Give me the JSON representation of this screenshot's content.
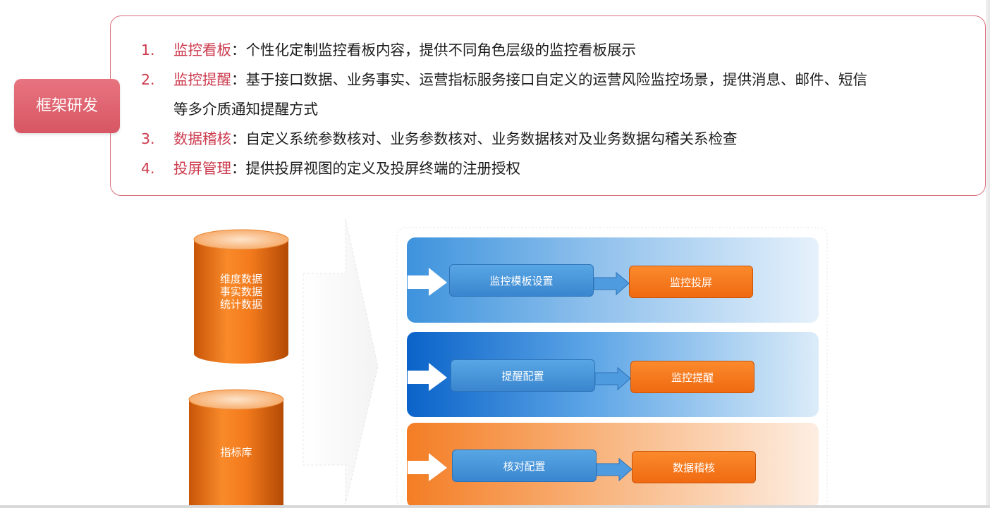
{
  "framework": {
    "tag_label": "框架研发",
    "items": [
      {
        "num": "1.",
        "keyword": "监控看板",
        "sep": "：",
        "lines": [
          "个性化定制监控看板内容，提供不同角色层级的监控看板展示"
        ]
      },
      {
        "num": "2.",
        "keyword": "监控提醒",
        "sep": "：",
        "lines": [
          "基于接口数据、业务事实、运营指标服务接口自定义的运营风险监控场景，提供消息、邮件、短信",
          "等多介质通知提醒方式"
        ]
      },
      {
        "num": "3.",
        "keyword": "数据稽核",
        "sep": "：",
        "lines": [
          "自定义系统参数核对、业务参数核对、业务数据核对及业务数据勾稽关系检查"
        ]
      },
      {
        "num": "4.",
        "keyword": "投屏管理",
        "sep": "：",
        "lines": [
          "提供投屏视图的定义及投屏终端的注册授权"
        ]
      }
    ]
  },
  "sources": {
    "cylinder_top_lines": [
      "维度数据",
      "事实数据",
      "统计数据"
    ],
    "cylinder_bottom_label": "指标库"
  },
  "flows": [
    {
      "config": "监控模板设置",
      "result": "监控投屏"
    },
    {
      "config": "提醒配置",
      "result": "监控提醒"
    },
    {
      "config": "核对配置",
      "result": "数据稽核"
    }
  ],
  "colors": {
    "accent_red": "#cc3b4e",
    "tag_red": "#df6470",
    "cylinder_orange": "#f07a1e",
    "node_blue": "#3a86cf",
    "node_orange": "#f06a12"
  }
}
